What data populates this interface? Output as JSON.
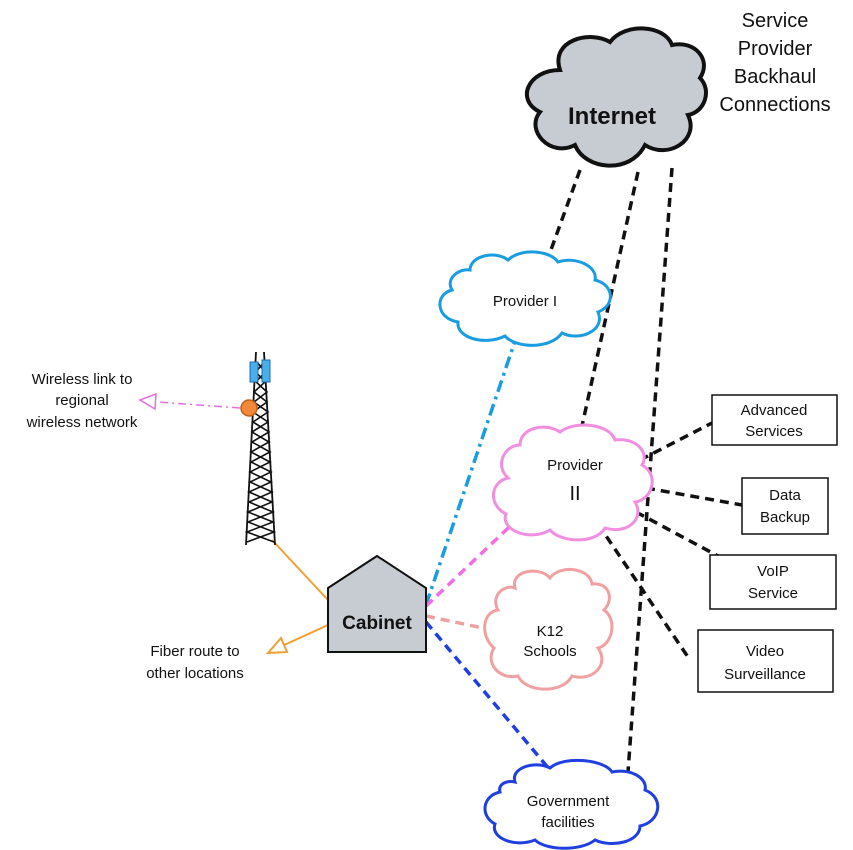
{
  "title_lines": [
    "Service",
    "Provider",
    "Backhaul",
    "Connections"
  ],
  "clouds": {
    "internet": "Internet",
    "provider1": "Provider I",
    "provider2": [
      "Provider",
      "II"
    ],
    "k12": [
      "K12",
      "Schools"
    ],
    "government": [
      "Government",
      "facilities"
    ]
  },
  "cabinet": "Cabinet",
  "services": {
    "advanced": [
      "Advanced",
      "Services"
    ],
    "backup": [
      "Data",
      "Backup"
    ],
    "voip": [
      "VoIP",
      "Service"
    ],
    "video": [
      "Video",
      "Surveillance"
    ]
  },
  "annotations": {
    "wireless": [
      "Wireless link to",
      "regional",
      "wireless network"
    ],
    "fiber": [
      "Fiber route to",
      "other locations"
    ]
  },
  "colors": {
    "internet_fill": "#c7ccd3",
    "cabinet_fill": "#c7ccd3",
    "provider1": "#1a9ce0",
    "provider2": "#f08ee0",
    "k12": "#f0a0a0",
    "government": "#1f3fe0",
    "fiber": "#f0a030",
    "wireless": "#e070e0",
    "backhaul": "#111111"
  }
}
